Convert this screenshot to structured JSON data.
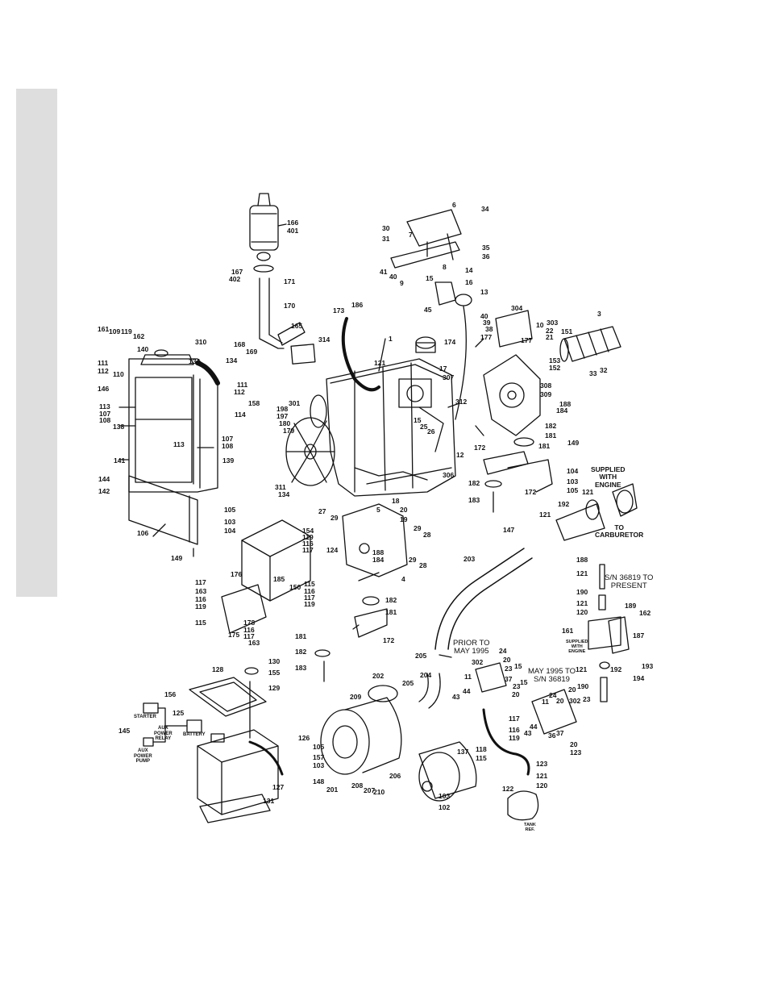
{
  "colors": {
    "line": "#111111",
    "band": "#dedede",
    "background": "#ffffff"
  },
  "notes": {
    "supplied_with_engine": "SUPPLIED\nWITH\nENGINE",
    "to_carburetor": "TO\nCARBURETOR",
    "sn_present": "S/N 36819 TO\nPRESENT",
    "prior_to": "PRIOR TO\nMAY 1995",
    "may_to_sn": "MAY 1995 TO\nS/N 36819",
    "supplied_small": "SUPPLIED\nWITH\nENGINE",
    "tank_ref": "TANK\nREF.",
    "starter": "STARTER",
    "aux_power_relay": "AUX\nPOWER\nRELAY",
    "battery": "BATTERY",
    "aux_power_pump": "AUX\nPOWER\nPUMP"
  },
  "callouts": [
    "166",
    "401",
    "167",
    "402",
    "171",
    "170",
    "168",
    "169",
    "165",
    "314",
    "6",
    "34",
    "30",
    "31",
    "7",
    "35",
    "36",
    "8",
    "14",
    "41",
    "40",
    "9",
    "15",
    "16",
    "13",
    "45",
    "173",
    "186",
    "1",
    "174",
    "121",
    "17",
    "307",
    "304",
    "40",
    "39",
    "38",
    "177",
    "177",
    "10",
    "303",
    "22",
    "21",
    "151",
    "153",
    "152",
    "3",
    "33",
    "32",
    "310",
    "134",
    "134",
    "161",
    "109",
    "119",
    "162",
    "140",
    "111",
    "112",
    "110",
    "111",
    "112",
    "114",
    "158",
    "146",
    "113",
    "107",
    "108",
    "138",
    "113",
    "107",
    "108",
    "141",
    "139",
    "144",
    "142",
    "198",
    "197",
    "180",
    "179",
    "301",
    "312",
    "308",
    "309",
    "15",
    "25",
    "26",
    "188",
    "184",
    "172",
    "12",
    "182",
    "181",
    "149",
    "181",
    "104",
    "103",
    "105",
    "172",
    "182",
    "183",
    "306",
    "311",
    "134",
    "106",
    "105",
    "103",
    "104",
    "149",
    "27",
    "29",
    "5",
    "18",
    "20",
    "19",
    "29",
    "28",
    "29",
    "28",
    "124",
    "188",
    "184",
    "4",
    "154",
    "119",
    "116",
    "117",
    "185",
    "176",
    "150",
    "115",
    "116",
    "117",
    "119",
    "117",
    "163",
    "116",
    "119",
    "115",
    "178",
    "116",
    "117",
    "163",
    "175",
    "182",
    "181",
    "181",
    "172",
    "182",
    "183",
    "147",
    "203",
    "121",
    "192",
    "121",
    "188",
    "121",
    "190",
    "121",
    "120",
    "189",
    "162",
    "161",
    "187",
    "192",
    "193",
    "194",
    "121",
    "190",
    "24",
    "205",
    "20",
    "302",
    "23",
    "15",
    "11",
    "37",
    "20",
    "23",
    "15",
    "44",
    "43",
    "204",
    "205",
    "202",
    "209",
    "126",
    "105",
    "157",
    "103",
    "148",
    "201",
    "208",
    "207",
    "210",
    "206",
    "137",
    "103",
    "102",
    "130",
    "155",
    "129",
    "128",
    "156",
    "125",
    "145",
    "127",
    "131",
    "24",
    "20",
    "11",
    "20",
    "302",
    "23",
    "44",
    "43",
    "36",
    "37",
    "20",
    "123",
    "117",
    "116",
    "119",
    "118",
    "115",
    "123",
    "121",
    "120",
    "122"
  ]
}
